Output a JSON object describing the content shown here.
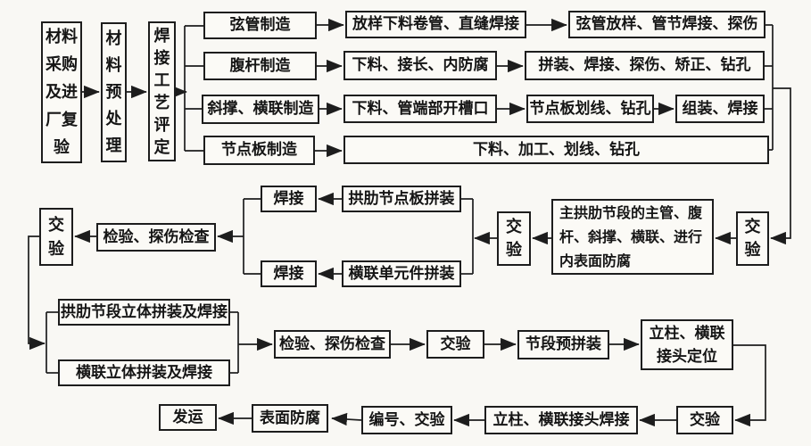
{
  "colors": {
    "line": "#1d1d1d",
    "box_border": "#1d1d1d",
    "paper": "#f9f8f4",
    "box_background": "#fbfaf6"
  },
  "nodes": [
    {
      "id": "material-procurement-inspection",
      "label": "材料采购及进厂复验"
    },
    {
      "id": "material-pretreatment",
      "label": "材料预处理"
    },
    {
      "id": "welding-procedure-qualification",
      "label": "焊接工艺评定"
    },
    {
      "id": "chord-tube-manufacture",
      "label": "弦管制造"
    },
    {
      "id": "web-member-manufacture",
      "label": "腹杆制造"
    },
    {
      "id": "diagonal-lateral-brace-manufacture",
      "label": "斜撑、横联制造"
    },
    {
      "id": "gusset-plate-manufacture",
      "label": "节点板制造"
    },
    {
      "id": "lofting-cutting-rolling-seam-welding",
      "label": "放样下料卷管、直缝焊接"
    },
    {
      "id": "cutting-lengthening-inner-anticorrosion",
      "label": "下料、接长、内防腐"
    },
    {
      "id": "cutting-pipe-end-slotting",
      "label": "下料、管端部开槽口"
    },
    {
      "id": "cutting-machining-marking-drilling",
      "label": "下料、加工、划线、钻孔"
    },
    {
      "id": "chord-lofting-joint-welding-flaw-detection",
      "label": "弦管放样、管节焊接、探伤"
    },
    {
      "id": "assembly-welding-flaw-correction-drilling",
      "label": "拼装、焊接、探伤、矫正、钻孔"
    },
    {
      "id": "gusset-marking-drilling",
      "label": "节点板划线、钻孔"
    },
    {
      "id": "assembling-welding",
      "label": "组装、焊接"
    },
    {
      "id": "handover-inspection-1",
      "label": "交验"
    },
    {
      "id": "main-arch-rib-inner-anticorrosion",
      "label": "主拱肋节段的主管、腹杆、斜撑、横联、进行内表面防腐"
    },
    {
      "id": "handover-inspection-2",
      "label": "交验"
    },
    {
      "id": "arch-rib-gusset-assembly",
      "label": "拱肋节点板拼装"
    },
    {
      "id": "welding-top",
      "label": "焊接"
    },
    {
      "id": "lateral-brace-unit-assembly",
      "label": "横联单元件拼装"
    },
    {
      "id": "welding-bottom",
      "label": "焊接"
    },
    {
      "id": "inspection-flaw-check-1",
      "label": "检验、探伤检查"
    },
    {
      "id": "handover-inspection-3",
      "label": "交验"
    },
    {
      "id": "arch-rib-segment-3d-assembly-welding",
      "label": "拱肋节段立体拼装及焊接"
    },
    {
      "id": "lateral-brace-3d-assembly-welding",
      "label": "横联立体拼装及焊接"
    },
    {
      "id": "inspection-flaw-check-2",
      "label": "检验、探伤检查"
    },
    {
      "id": "handover-inspection-4",
      "label": "交验"
    },
    {
      "id": "segment-trial-assembly",
      "label": "节段预拼装"
    },
    {
      "id": "column-lateral-joint-positioning",
      "label": "立柱、横联接头定位"
    },
    {
      "id": "handover-inspection-5",
      "label": "交验"
    },
    {
      "id": "column-lateral-joint-welding",
      "label": "立柱、横联接头焊接"
    },
    {
      "id": "numbering-handover-inspection",
      "label": "编号、交验"
    },
    {
      "id": "surface-anticorrosion",
      "label": "表面防腐"
    },
    {
      "id": "shipping",
      "label": "发运"
    }
  ]
}
